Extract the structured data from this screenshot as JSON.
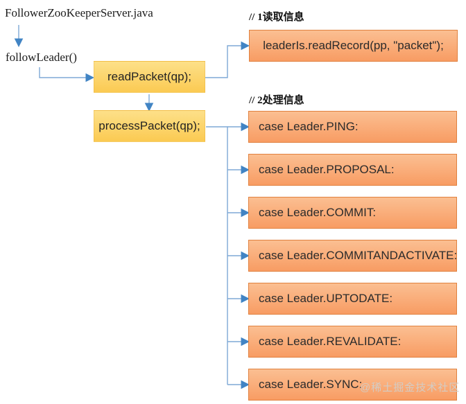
{
  "labels": {
    "title": "FollowerZooKeeperServer.java",
    "follow_leader": "followLeader()"
  },
  "boxes": {
    "read_packet": "readPacket(qp);",
    "process_packet": "processPacket(qp);",
    "leader_is": "leaderIs.readRecord(pp, \"packet\");"
  },
  "comments": {
    "read": "// 1读取信息",
    "process": "// 2处理信息"
  },
  "cases": [
    "case Leader.PING:",
    "case Leader.PROPOSAL:",
    "case Leader.COMMIT:",
    "case Leader.COMMITANDACTIVATE:",
    "case Leader.UPTODATE:",
    "case Leader.REVALIDATE:",
    "case Leader.SYNC:"
  ],
  "watermark": "@稀土掘金技术社区",
  "colors": {
    "box_yellow": "#fbd265",
    "box_orange": "#f9a76f",
    "connector_blue": "#5b9bd5",
    "arrow_blue": "#4184c4"
  }
}
